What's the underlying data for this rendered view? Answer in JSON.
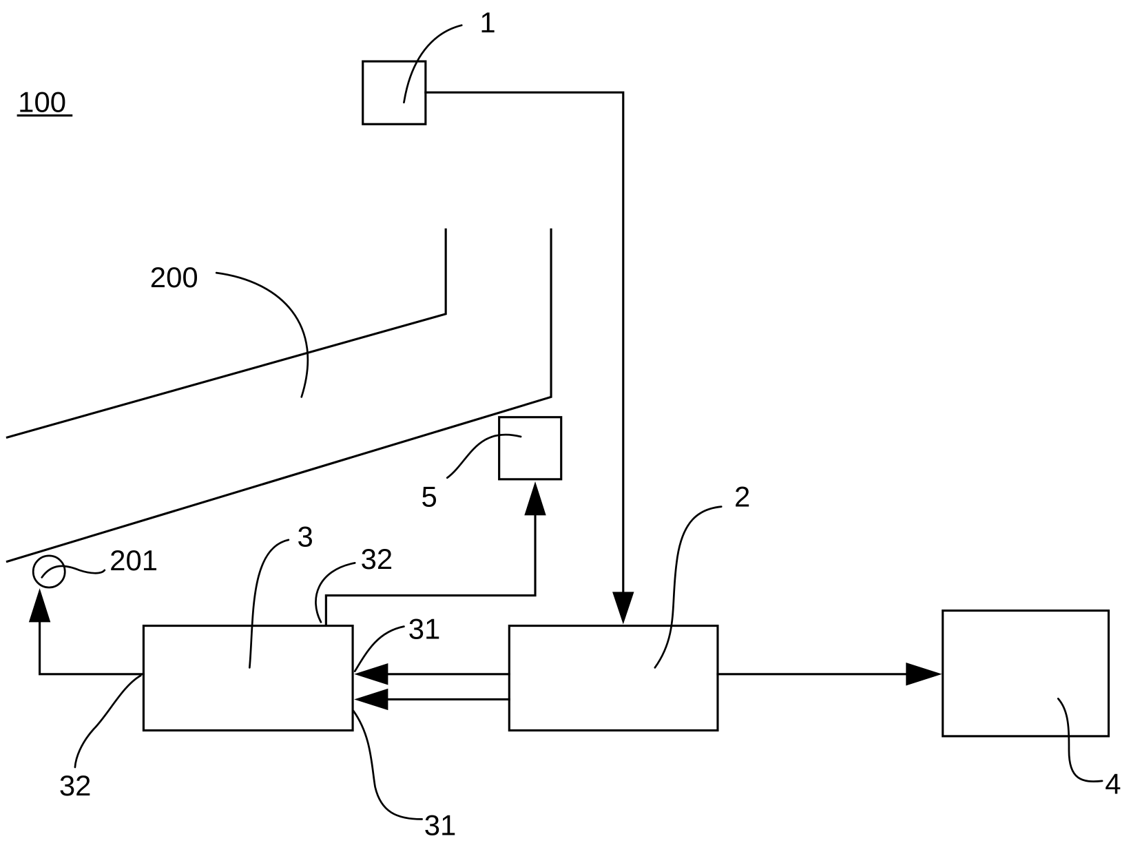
{
  "figure": {
    "system_label": "100",
    "components": [
      {
        "id": "1",
        "label": "1",
        "kind": "sensor-box"
      },
      {
        "id": "2",
        "label": "2",
        "kind": "controller-box"
      },
      {
        "id": "3",
        "label": "3",
        "kind": "driver-box"
      },
      {
        "id": "4",
        "label": "4",
        "kind": "output-box"
      },
      {
        "id": "5",
        "label": "5",
        "kind": "actuator-box"
      }
    ],
    "structures": [
      {
        "id": "200",
        "label": "200",
        "kind": "duct"
      },
      {
        "id": "201",
        "label": "201",
        "kind": "circle-element"
      }
    ],
    "ports": [
      {
        "id": "31a",
        "label": "31",
        "of": "3"
      },
      {
        "id": "31b",
        "label": "31",
        "of": "3"
      },
      {
        "id": "32a",
        "label": "32",
        "of": "3"
      },
      {
        "id": "32b",
        "label": "32",
        "of": "3"
      }
    ],
    "connections": [
      {
        "from": "1",
        "to": "2",
        "arrow": "into 2"
      },
      {
        "from": "2",
        "to": "3",
        "port": "31",
        "arrow": "into 3"
      },
      {
        "from": "2",
        "to": "3",
        "port": "31",
        "arrow": "into 3"
      },
      {
        "from": "2",
        "to": "4",
        "arrow": "into 4"
      },
      {
        "from": "3",
        "port": "32",
        "to": "5",
        "arrow": "into 5"
      },
      {
        "from": "3",
        "port": "32",
        "to": "201",
        "arrow": "into 201"
      }
    ]
  }
}
